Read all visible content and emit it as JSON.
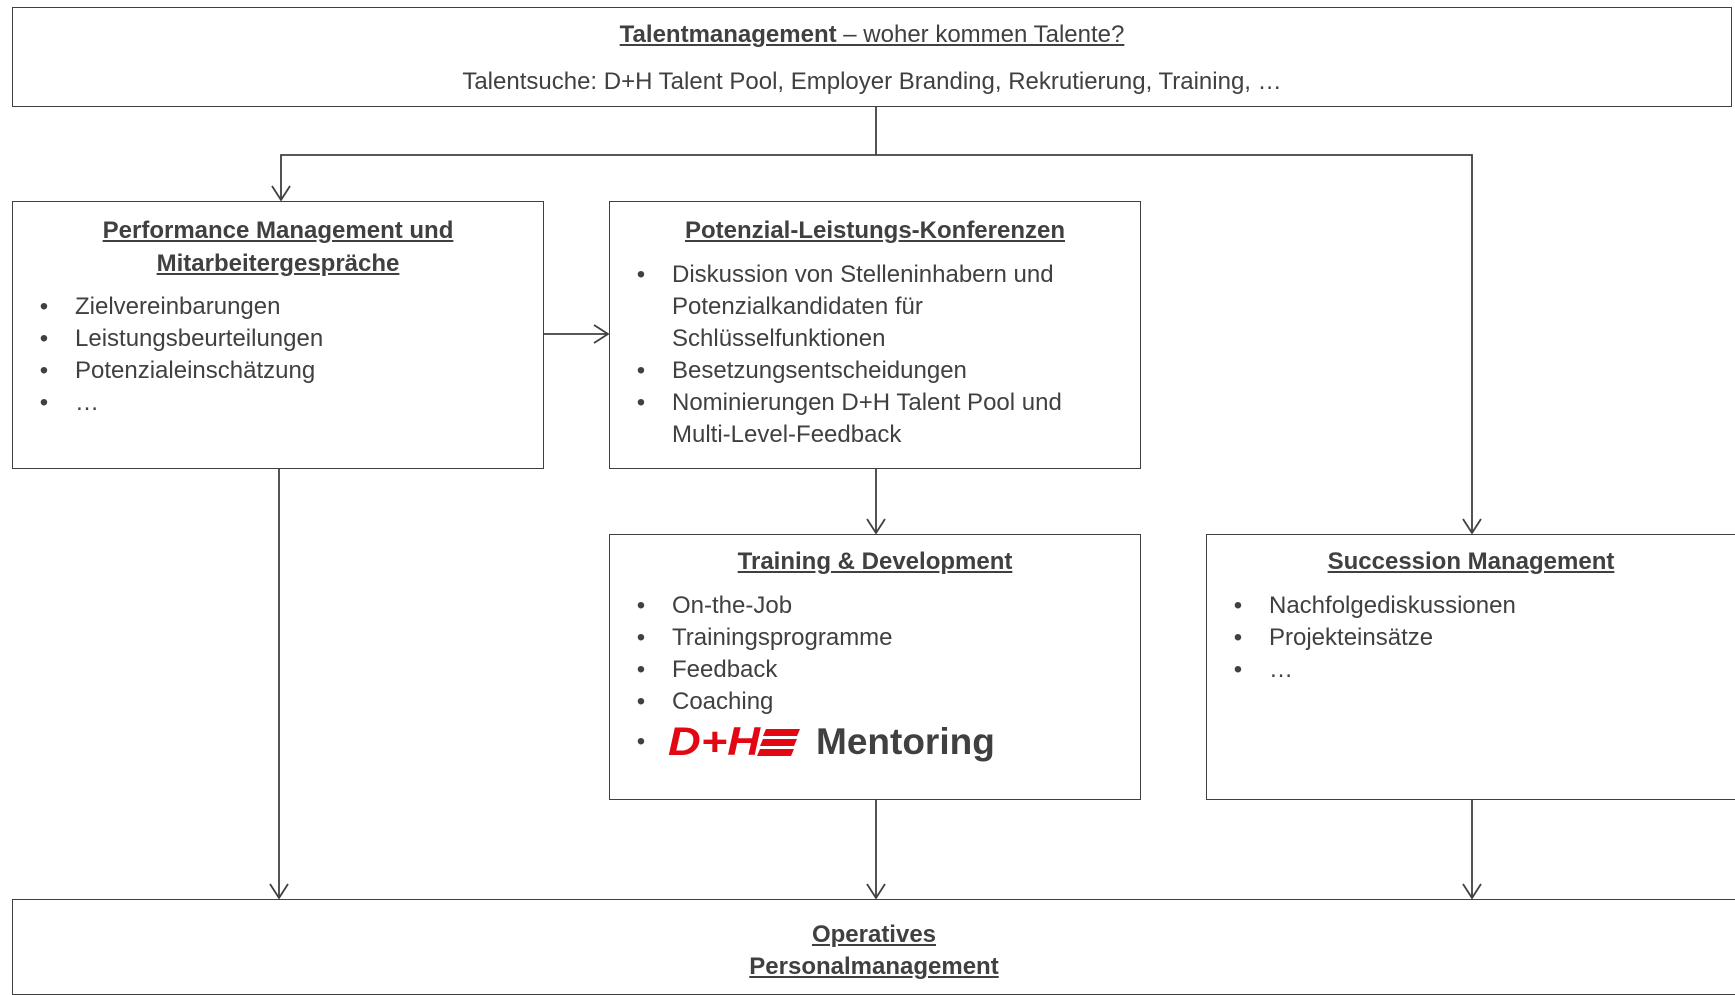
{
  "talent": {
    "title_bold": "Talentmanagement",
    "title_rest": " – woher kommen Talente?",
    "subtitle": "Talentsuche: D+H Talent Pool, Employer Branding, Rekrutierung, Training, …"
  },
  "performance": {
    "title_line1": "Performance Management und",
    "title_line2": "Mitarbeitergespräche",
    "items": [
      "Zielvereinbarungen",
      "Leistungsbeurteilungen",
      "Potenzialeinschätzung",
      "…"
    ]
  },
  "potenzial": {
    "title": "Potenzial-Leistungs-Konferenzen",
    "items": [
      [
        "Diskussion von Stelleninhabern und",
        "Potenzialkandidaten für",
        "Schlüsselfunktionen"
      ],
      [
        "Besetzungsentscheidungen"
      ],
      [
        "Nominierungen D+H Talent Pool und",
        "Multi-Level-Feedback"
      ]
    ]
  },
  "training": {
    "title": "Training & Development",
    "items": [
      "On-the-Job",
      "Trainingsprogramme",
      "Feedback",
      "Coaching"
    ],
    "logo_text": "D+H",
    "mentoring": "Mentoring",
    "logo_color": "#e30613"
  },
  "succession": {
    "title": "Succession Management",
    "items": [
      "Nachfolgediskussionen",
      "Projekteinsätze",
      "…"
    ]
  },
  "operatives": {
    "title_line1": "Operatives",
    "title_line2": "Personalmanagement"
  },
  "bullet": "•"
}
